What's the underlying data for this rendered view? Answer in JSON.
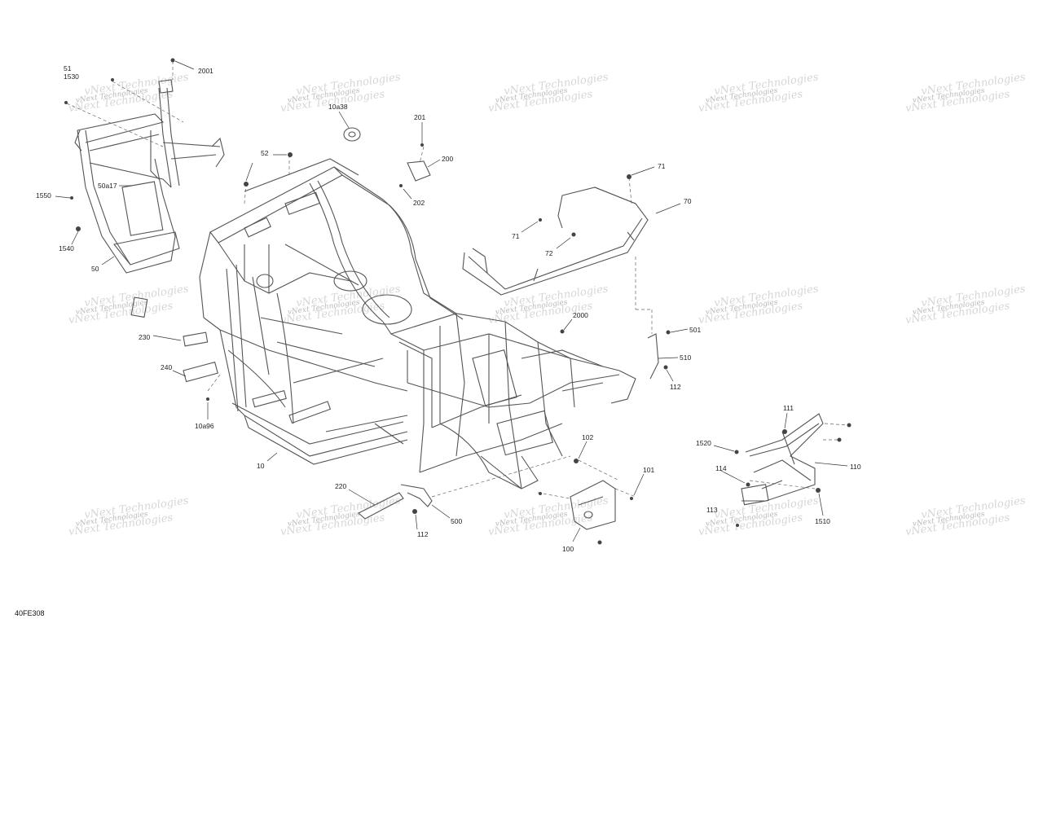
{
  "diagram": {
    "code": "40FE308",
    "watermark_text": "vNext Technologies",
    "labels": {
      "l51": "51",
      "l1530": "1530",
      "l2001": "2001",
      "l10a38": "10a38",
      "l201": "201",
      "l200": "200",
      "l202": "202",
      "l52": "52",
      "l71a": "71",
      "l70": "70",
      "l71b": "71",
      "l72": "72",
      "l50a17": "50a17",
      "l1550": "1550",
      "l1540": "1540",
      "l50": "50",
      "l230": "230",
      "l240": "240",
      "l10a96": "10a96",
      "l10": "10",
      "l2000": "2000",
      "l501": "501",
      "l510": "510",
      "l112a": "112",
      "l111": "111",
      "l1520": "1520",
      "l110": "110",
      "l114": "114",
      "l113": "113",
      "l1510": "1510",
      "l102": "102",
      "l101": "101",
      "l100": "100",
      "l220": "220",
      "l500": "500",
      "l112b": "112"
    }
  }
}
